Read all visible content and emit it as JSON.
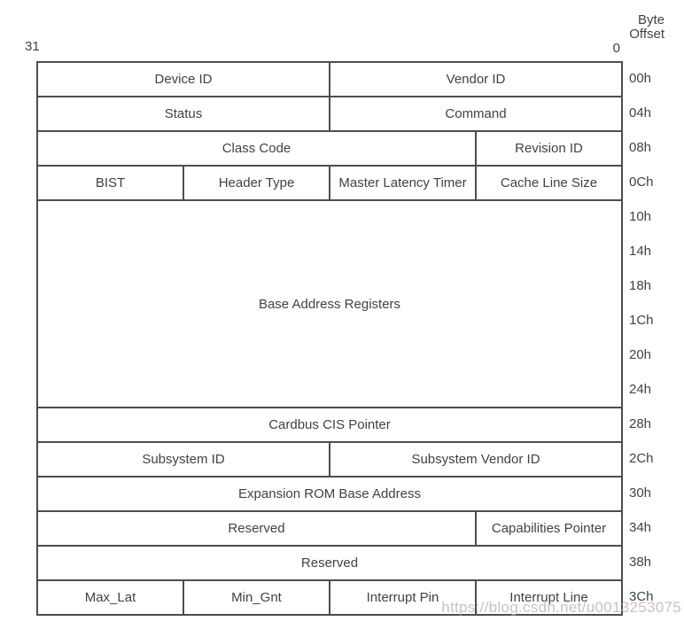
{
  "colors": {
    "background": "#ffffff",
    "border": "#4d4d4d",
    "text": "#3f4245",
    "watermark": "#ccb9b4"
  },
  "header": {
    "byte_offset_line1": "Byte",
    "byte_offset_line2": "Offset",
    "bit_msb": "31",
    "bit_lsb": "0"
  },
  "register_map": {
    "rows": [
      {
        "offsets": [
          "00h"
        ],
        "cells": [
          {
            "label": "Device ID",
            "colspan": 2
          },
          {
            "label": "Vendor ID",
            "colspan": 2
          }
        ]
      },
      {
        "offsets": [
          "04h"
        ],
        "cells": [
          {
            "label": "Status",
            "colspan": 2
          },
          {
            "label": "Command",
            "colspan": 2
          }
        ]
      },
      {
        "offsets": [
          "08h"
        ],
        "cells": [
          {
            "label": "Class Code",
            "colspan": 3
          },
          {
            "label": "Revision ID",
            "colspan": 1
          }
        ]
      },
      {
        "offsets": [
          "0Ch"
        ],
        "cells": [
          {
            "label": "BIST",
            "colspan": 1
          },
          {
            "label": "Header Type",
            "colspan": 1
          },
          {
            "label": "Master Latency Timer",
            "colspan": 1
          },
          {
            "label": "Cache Line Size",
            "colspan": 1
          }
        ]
      },
      {
        "offsets": [
          "10h",
          "14h",
          "18h",
          "1Ch",
          "20h",
          "24h"
        ],
        "cells": [
          {
            "label": "Base Address Registers",
            "colspan": 4,
            "rowspan": 6
          }
        ]
      },
      {
        "offsets": [
          "28h"
        ],
        "cells": [
          {
            "label": "Cardbus CIS Pointer",
            "colspan": 4
          }
        ]
      },
      {
        "offsets": [
          "2Ch"
        ],
        "cells": [
          {
            "label": "Subsystem ID",
            "colspan": 2
          },
          {
            "label": "Subsystem Vendor ID",
            "colspan": 2
          }
        ]
      },
      {
        "offsets": [
          "30h"
        ],
        "cells": [
          {
            "label": "Expansion ROM Base Address",
            "colspan": 4
          }
        ]
      },
      {
        "offsets": [
          "34h"
        ],
        "cells": [
          {
            "label": "Reserved",
            "colspan": 3
          },
          {
            "label": "Capabilities Pointer",
            "colspan": 1
          }
        ]
      },
      {
        "offsets": [
          "38h"
        ],
        "cells": [
          {
            "label": "Reserved",
            "colspan": 4
          }
        ]
      },
      {
        "offsets": [
          "3Ch"
        ],
        "cells": [
          {
            "label": "Max_Lat",
            "colspan": 1
          },
          {
            "label": "Min_Gnt",
            "colspan": 1
          },
          {
            "label": "Interrupt Pin",
            "colspan": 1
          },
          {
            "label": "Interrupt Line",
            "colspan": 1
          }
        ]
      }
    ]
  },
  "watermark": {
    "text": "https://blog.csdn.net/u0013253075"
  }
}
